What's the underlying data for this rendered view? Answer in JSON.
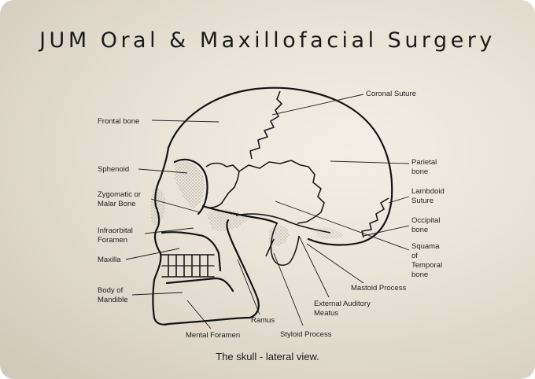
{
  "poster": {
    "title": "JUM Oral & Maxillofacial Surgery",
    "caption": "The skull - lateral view."
  },
  "labels": {
    "frontal_bone": "Frontal bone",
    "coronal_suture": "Coronal Suture",
    "sphenoid": "Sphenoid",
    "parietal": [
      "Parietal",
      "bone"
    ],
    "zygomatic": [
      "Zygomatic or",
      "Malar Bone"
    ],
    "lambdoid": [
      "Lambdoid",
      "Suture"
    ],
    "infraorbital": [
      "Infraorbital",
      "Foramen"
    ],
    "occipital": [
      "Occipital",
      "bone"
    ],
    "maxilla": "Maxilla",
    "squama": [
      "Squama",
      "of",
      "Temporal",
      "bone"
    ],
    "mastoid": "Mastoid Process",
    "body_mandible": [
      "Body of",
      "Mandible"
    ],
    "ext_auditory": [
      "External  Auditory",
      "Meatus"
    ],
    "ramus": "Ramus",
    "styloid": "Styloid Process",
    "mental_foramen": "Mental Foramen"
  }
}
